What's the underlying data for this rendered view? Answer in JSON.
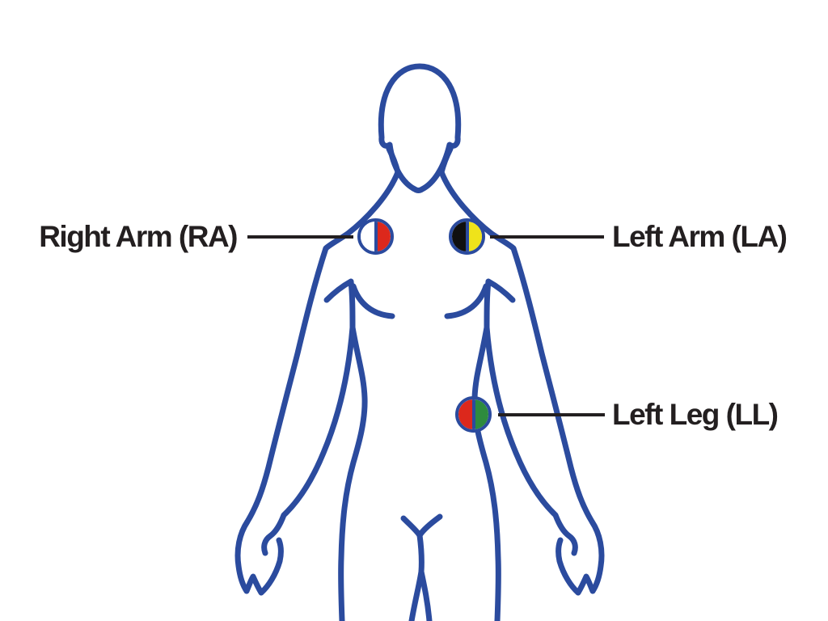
{
  "figure": {
    "outline_color": "#2b4b9e",
    "background_color": "#ffffff",
    "connector_color": "#231f20",
    "label_color": "#231f20"
  },
  "electrodes": [
    {
      "id": "RA",
      "label": "Right Arm (RA)",
      "left_color": "#ffffff",
      "right_color": "#dc281c",
      "ring_color": "#2b4b9e"
    },
    {
      "id": "LA",
      "label": "Left Arm (LA)",
      "left_color": "#101010",
      "right_color": "#efe31a",
      "ring_color": "#2b4b9e"
    },
    {
      "id": "LL",
      "label": "Left Leg (LL)",
      "left_color": "#dc281c",
      "right_color": "#2e8b3e",
      "ring_color": "#2b4b9e"
    }
  ]
}
